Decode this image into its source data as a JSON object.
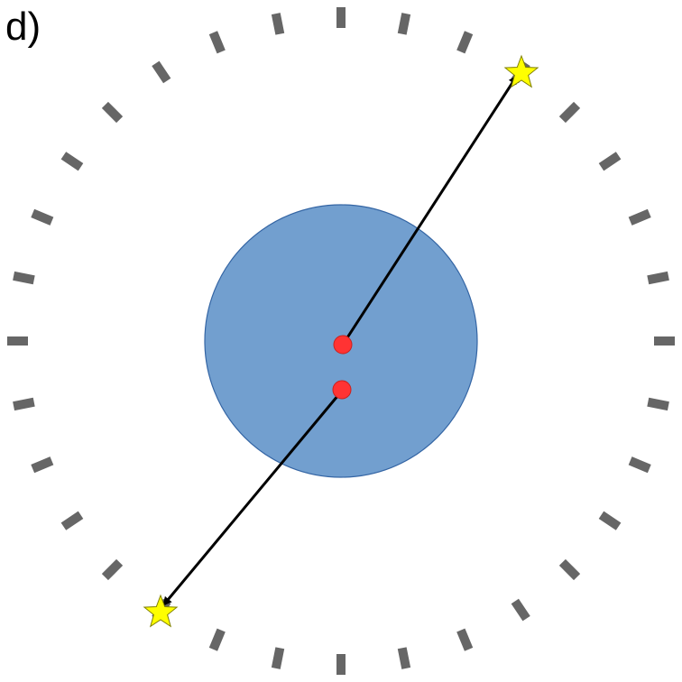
{
  "panel_label": "d)",
  "colors": {
    "disk_fill": "#729fcf",
    "disk_stroke": "#3465a4",
    "tick": "#666666",
    "dot": "#ff3333",
    "dot_stroke": "#c9211e",
    "star_fill": "#ffff00",
    "star_stroke": "#808000",
    "arrow": "#000000"
  },
  "ring": {
    "tick_count": 32
  },
  "elements": {
    "central_disk": "disk",
    "dots": [
      "red-dot-upper",
      "red-dot-lower"
    ],
    "stars": [
      "star-upper-right",
      "star-lower-left"
    ],
    "arrows": [
      "arrow-to-upper-right-star",
      "arrow-to-lower-left-star"
    ]
  }
}
